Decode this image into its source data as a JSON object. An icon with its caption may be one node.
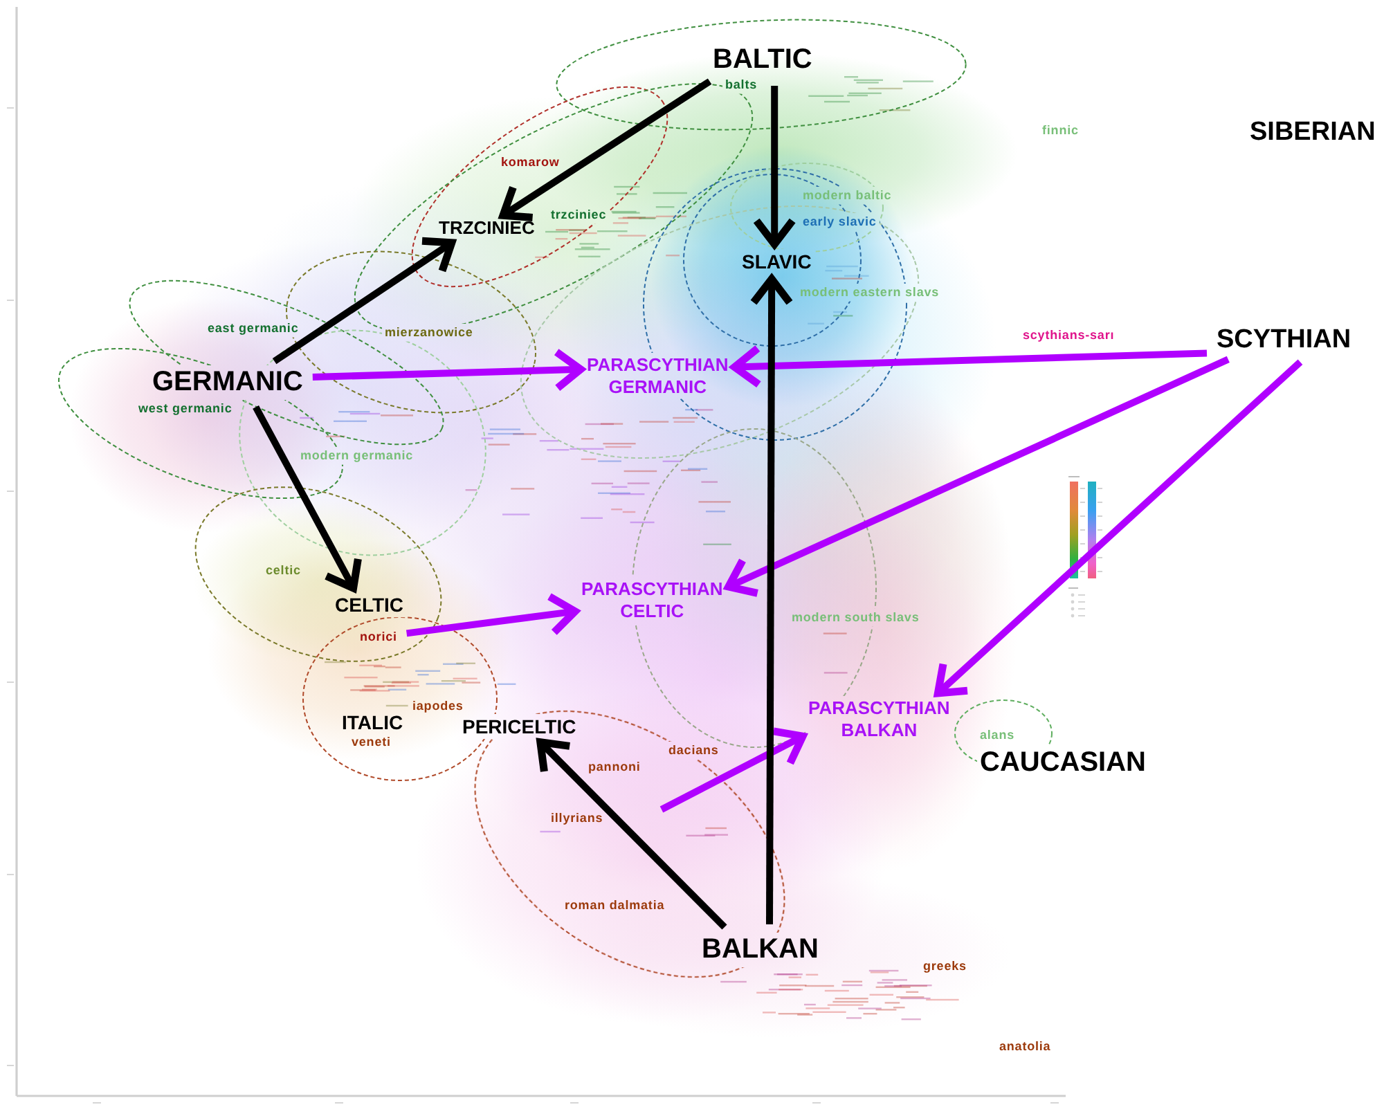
{
  "diagram": {
    "nodes": [
      {
        "text": [
          "BALTIC"
        ]
      },
      {
        "text": [
          "TRZCINIEC"
        ]
      },
      {
        "text": [
          "SLAVIC"
        ]
      },
      {
        "text": [
          "GERMANIC"
        ]
      },
      {
        "text": [
          "PARASCYTHIAN GERMANIC"
        ]
      },
      {
        "text": [
          "SCYTHIAN"
        ]
      },
      {
        "text": [
          "CELTIC"
        ]
      },
      {
        "text": [
          "norici"
        ]
      },
      {
        "text": [
          "PARASCYTHIAN CELTIC"
        ]
      },
      {
        "text": [
          "PERICELTIC"
        ]
      },
      {
        "text": [
          "PARASCYTHIAN BALKAN"
        ]
      },
      {
        "text": [
          "BALKAN"
        ]
      }
    ],
    "edges": [
      {
        "from": 0,
        "to": 1,
        "arrow": "to"
      },
      {
        "from": 0,
        "to": 2,
        "arrow": "to"
      },
      {
        "from": 3,
        "to": 1,
        "arrow": "to"
      },
      {
        "from": 3,
        "to": 6,
        "arrow": "to"
      },
      {
        "from": 3,
        "to": 4,
        "arrow": "to",
        "color": "#b000ff"
      },
      {
        "from": 5,
        "to": 4,
        "arrow": "to",
        "color": "#b000ff"
      },
      {
        "from": 5,
        "to": 8,
        "arrow": "to",
        "color": "#b000ff"
      },
      {
        "from": 5,
        "to": 10,
        "arrow": "to",
        "color": "#b000ff"
      },
      {
        "from": 7,
        "to": 8,
        "arrow": "to",
        "color": "#b000ff"
      },
      {
        "from": null,
        "to": 10,
        "arrow": "to",
        "color": "#b000ff"
      },
      {
        "from": 11,
        "to": 9,
        "arrow": "to"
      },
      {
        "from": 11,
        "to": 2,
        "arrow": "to"
      }
    ],
    "labels": [
      "balts",
      "finnic",
      "SIBERIAN",
      "komarow",
      "modern baltic",
      "trzciniec",
      "early slavic",
      "modern eastern slavs",
      "east germanic",
      "mierzanowice",
      "scythians-sarı",
      "west germanic",
      "modern germanic",
      "celtic",
      "modern south slavs",
      "iapodes",
      "ITALIC",
      "alans",
      "veneti",
      "dacians",
      "CAUCASIAN",
      "pannoni",
      "illyrians",
      "roman dalmatia",
      "greeks",
      "anatolia"
    ]
  }
}
